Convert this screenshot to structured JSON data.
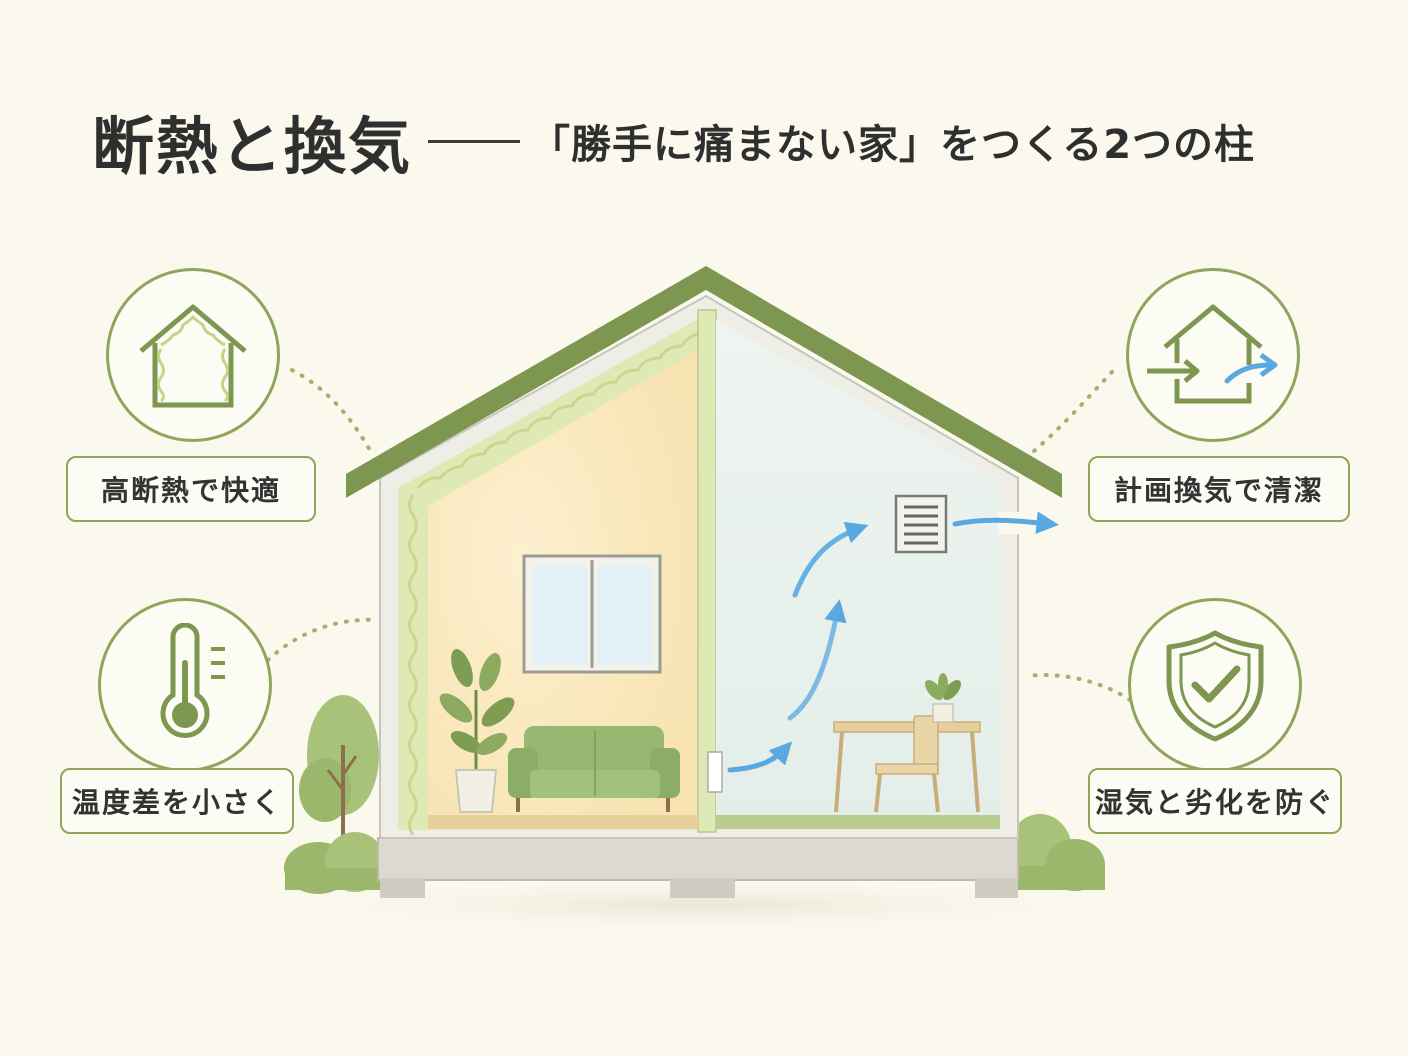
{
  "title": {
    "main": "断熱と換気",
    "sub": "「勝手に痛まない家」をつくる2つの柱"
  },
  "features": {
    "left_top": {
      "label": "高断熱で快適",
      "icon": "insulated-house-icon"
    },
    "left_bottom": {
      "label": "温度差を小さく",
      "icon": "thermometer-icon"
    },
    "right_top": {
      "label": "計画換気で清潔",
      "icon": "ventilation-house-icon"
    },
    "right_bottom": {
      "label": "湿気と劣化を防ぐ",
      "icon": "shield-check-icon"
    }
  },
  "colors": {
    "background": "#fbf9ee",
    "accent_green": "#8fa55a",
    "roof_green": "#7d9650",
    "airflow_blue": "#5aa8e0",
    "warm_room": "#fbe7bd",
    "cool_room": "#e9f1ef"
  }
}
